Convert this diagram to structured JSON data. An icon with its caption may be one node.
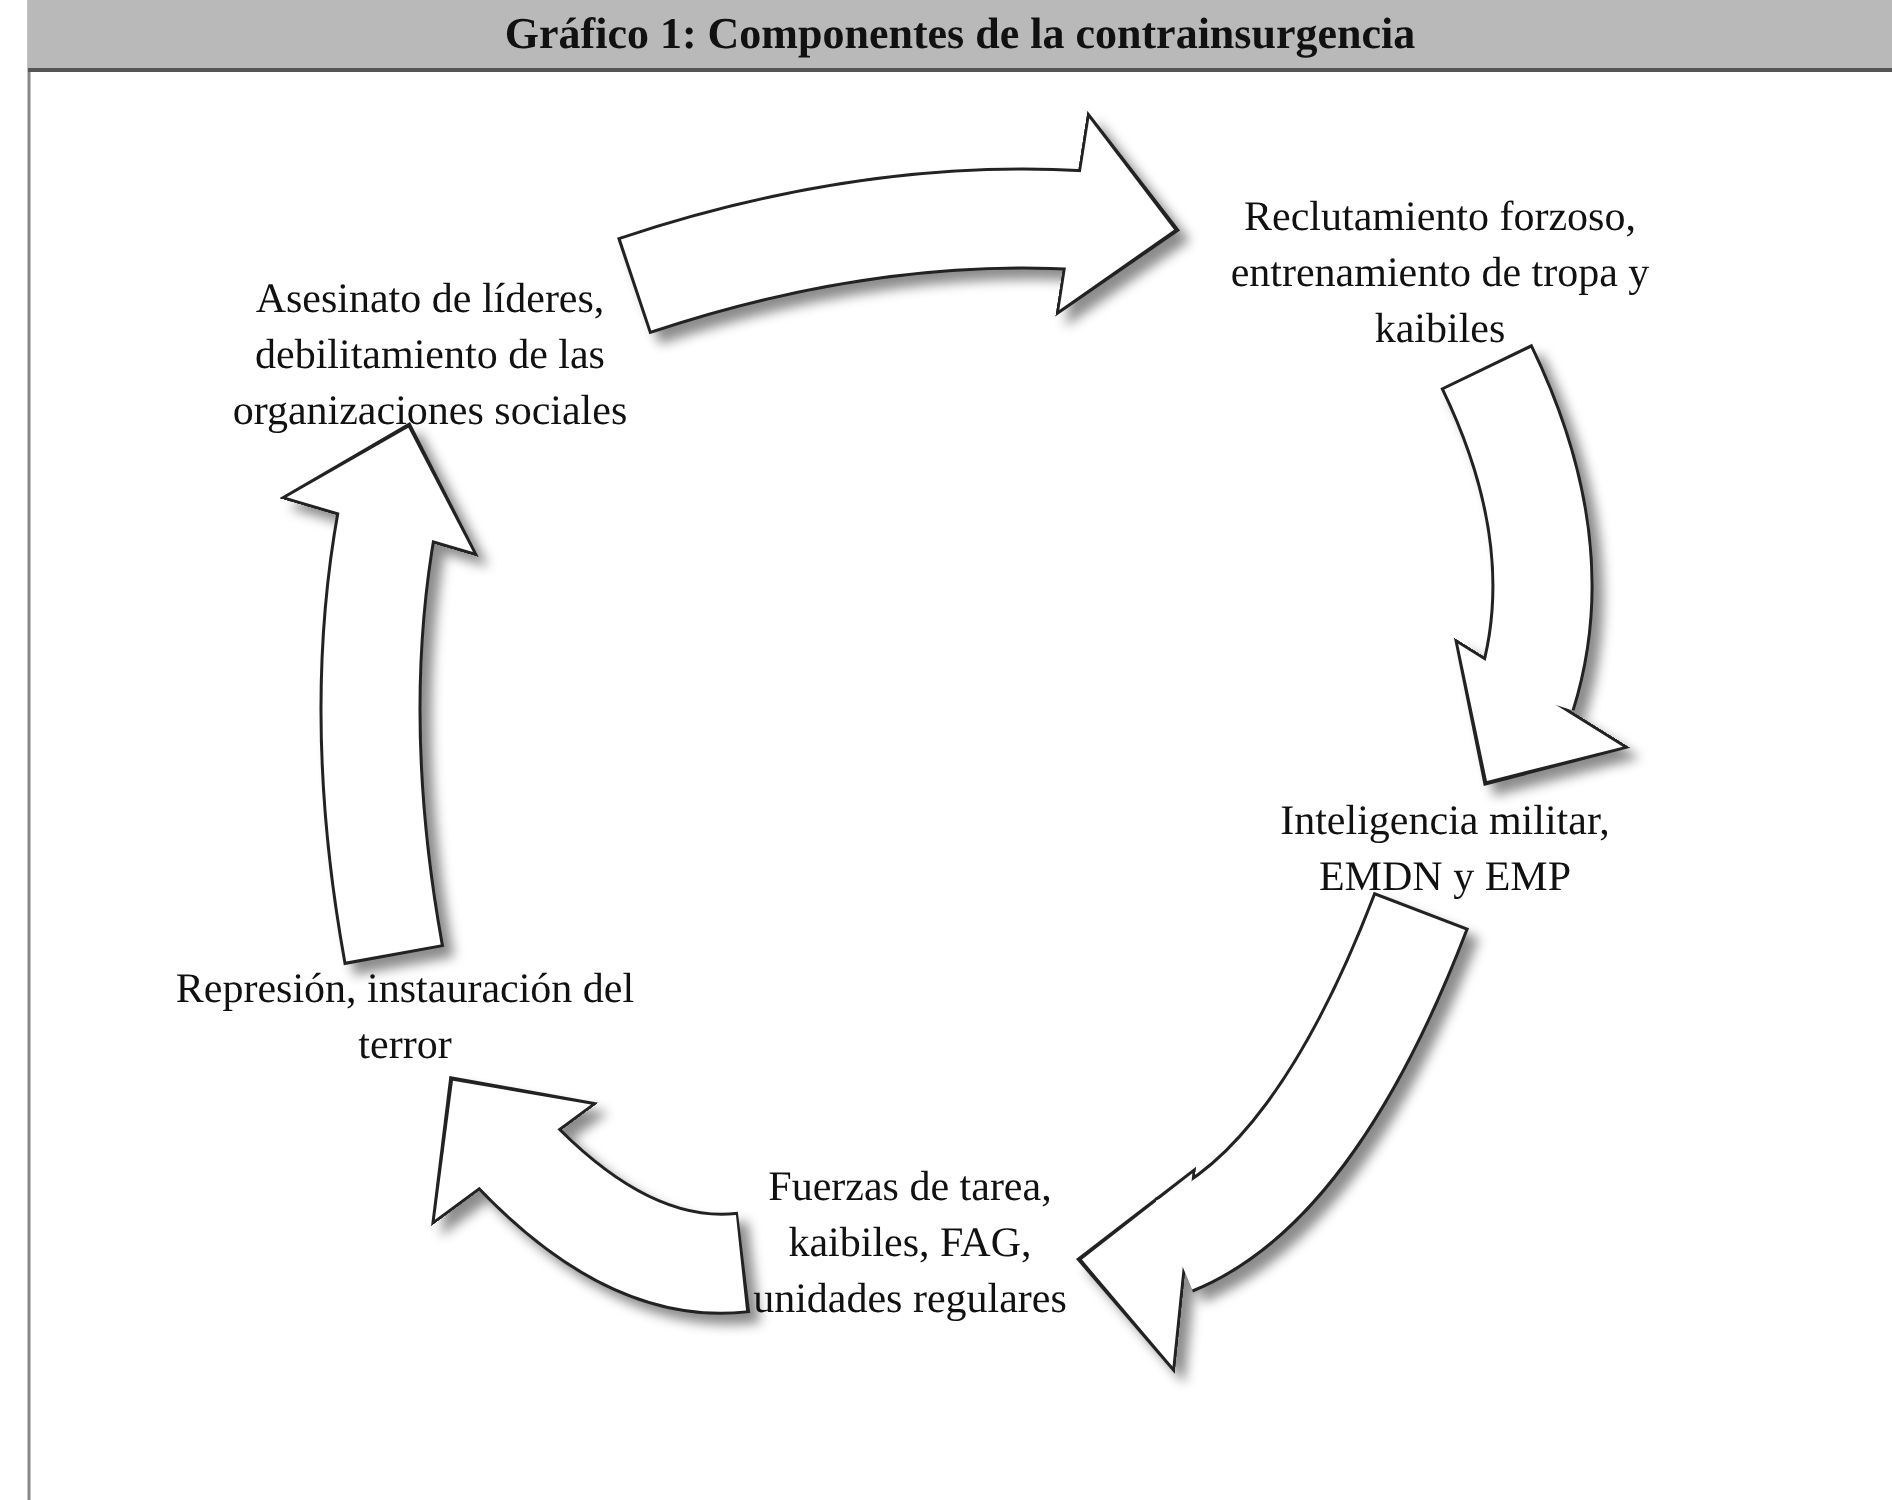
{
  "diagram": {
    "title": "Gráfico 1: Componentes de la contrainsurgencia",
    "nodes": [
      {
        "text": [
          "Asesinato de líderes, debilitamiento de las organizaciones sociales"
        ]
      },
      {
        "text": [
          "Reclutamiento forzoso, entrenamiento de tropa y kaibiles"
        ]
      },
      {
        "text": [
          "Inteligencia militar, EMDN y EMP"
        ]
      },
      {
        "text": [
          "Fuerzas de tarea, kaibiles, FAG, unidades regulares"
        ]
      },
      {
        "text": [
          "Represión, instauración del terror"
        ]
      }
    ],
    "edges": [
      {
        "from": 0,
        "to": 1,
        "arrow": "to"
      },
      {
        "from": 1,
        "to": 2,
        "arrow": "to"
      },
      {
        "from": 2,
        "to": 3,
        "arrow": "to"
      },
      {
        "from": 3,
        "to": 4,
        "arrow": "to"
      },
      {
        "from": 4,
        "to": 0,
        "arrow": "to"
      }
    ]
  }
}
